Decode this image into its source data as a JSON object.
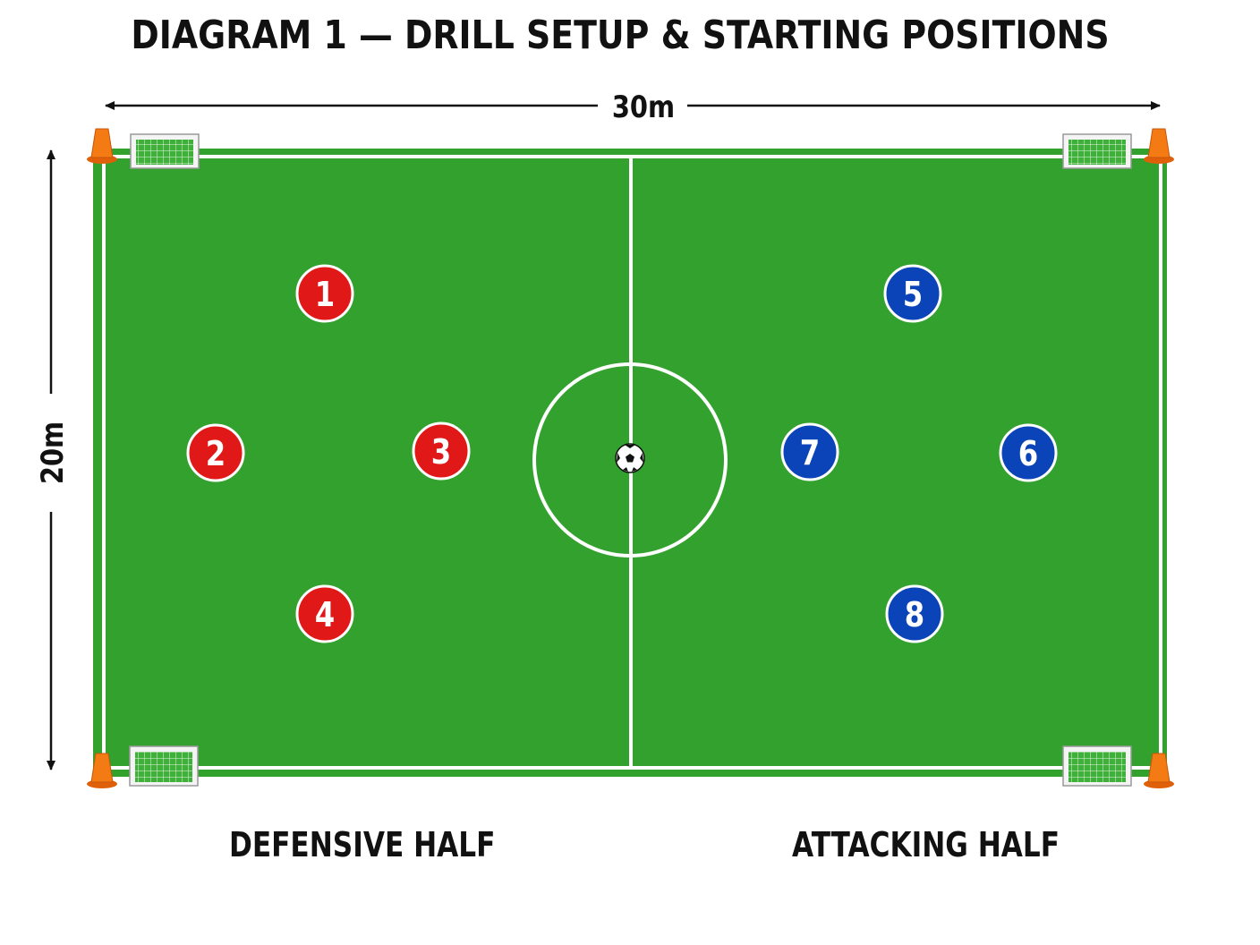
{
  "title": "DIAGRAM 1 — DRILL SETUP & STARTING POSITIONS",
  "dimensions": {
    "width": "30m",
    "height": "20m"
  },
  "halves": {
    "left": "DEFENSIVE HALF",
    "right": "ATTACKING HALF"
  },
  "colors": {
    "pitch": "#33a12e",
    "lines": "#ffffff",
    "red_team": "#e01818",
    "blue_team": "#0b44b8",
    "cones": "#f07010"
  },
  "players": [
    {
      "number": "1",
      "team": "red"
    },
    {
      "number": "2",
      "team": "red"
    },
    {
      "number": "3",
      "team": "red"
    },
    {
      "number": "4",
      "team": "red"
    },
    {
      "number": "5",
      "team": "blue"
    },
    {
      "number": "6",
      "team": "blue"
    },
    {
      "number": "7",
      "team": "blue"
    },
    {
      "number": "8",
      "team": "blue"
    }
  ],
  "ball": {
    "icon": "soccer-ball-icon",
    "location": "center spot"
  },
  "equipment": {
    "goals": 4,
    "cones": 4
  }
}
